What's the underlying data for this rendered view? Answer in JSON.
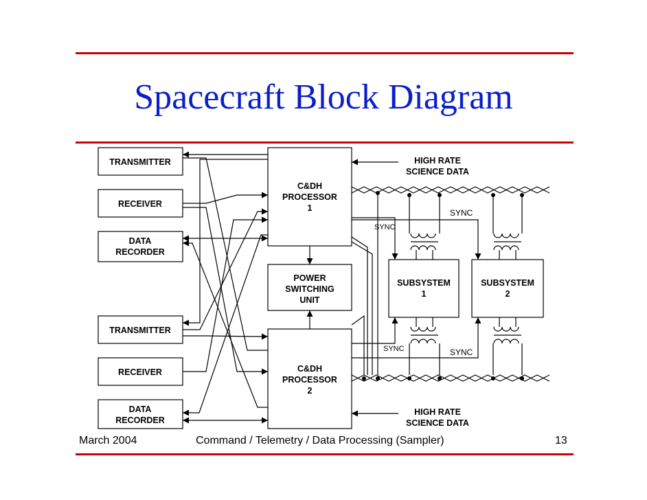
{
  "slide": {
    "title": "Spacecraft Block Diagram",
    "footer": {
      "date": "March 2004",
      "course": "Command / Telemetry / Data Processing (Sampler)",
      "page": "13"
    }
  },
  "diagram": {
    "left_units": [
      {
        "id": "tx1",
        "label": "TRANSMITTER"
      },
      {
        "id": "rx1",
        "label": "RECEIVER"
      },
      {
        "id": "dr1",
        "lines": [
          "DATA",
          "RECORDER"
        ]
      },
      {
        "id": "tx2",
        "label": "TRANSMITTER"
      },
      {
        "id": "rx2",
        "label": "RECEIVER"
      },
      {
        "id": "dr2",
        "lines": [
          "DATA",
          "RECORDER"
        ]
      }
    ],
    "processor1": [
      "C&DH",
      "PROCESSOR",
      "1"
    ],
    "power_unit": [
      "POWER",
      "SWITCHING",
      "UNIT"
    ],
    "processor2": [
      "C&DH",
      "PROCESSOR",
      "2"
    ],
    "subsystem1": [
      "SUBSYSTEM",
      "1"
    ],
    "subsystem2": [
      "SUBSYSTEM",
      "2"
    ],
    "science_top": [
      "HIGH RATE",
      "SCIENCE DATA"
    ],
    "science_bottom": [
      "HIGH RATE",
      "SCIENCE DATA"
    ],
    "sync_label": "SYNC"
  }
}
